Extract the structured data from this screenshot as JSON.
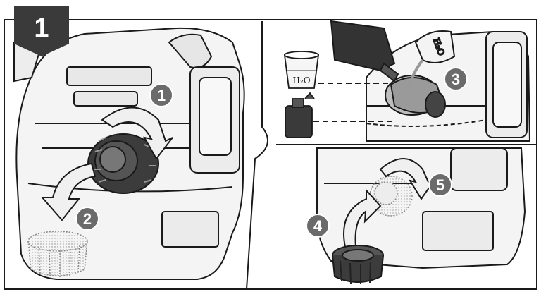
{
  "step": {
    "number": "1"
  },
  "labels": {
    "water_cup": "H₂O",
    "water_pour": "H₂O"
  },
  "callouts": [
    {
      "id": "c1",
      "text": "1"
    },
    {
      "id": "c2",
      "text": "2"
    },
    {
      "id": "c3",
      "text": "3"
    },
    {
      "id": "c4",
      "text": "4"
    },
    {
      "id": "c5",
      "text": "5"
    }
  ],
  "colors": {
    "badge_fill": "#3a3a3a",
    "callout_fill": "#6b6b6b",
    "callout_stroke": "#ffffff",
    "line": "#1a1a1a",
    "body_fill": "#f2f2f2",
    "cap_dark": "#3c3c3c",
    "cap_ghost": "#e4e4e4"
  }
}
